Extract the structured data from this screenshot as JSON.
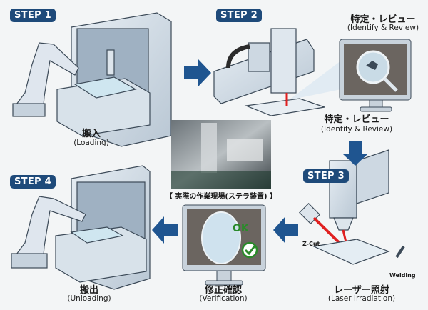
{
  "steps": [
    {
      "badge": "STEP 1",
      "title": "搬入",
      "subtitle": "(Loading)"
    },
    {
      "badge": "STEP 2",
      "title": "特定・レビュー",
      "subtitle": "(Identify & Review)"
    },
    {
      "badge": "STEP 3",
      "title": "レーザー照射",
      "subtitle": "(Laser Irradiation)"
    },
    {
      "badge": "STEP 4",
      "title": "搬出",
      "subtitle": "(Unloading)"
    }
  ],
  "review_monitor": {
    "title": "特定・レビュー",
    "subtitle": "(Identify & Review)",
    "icon": "magnifier-icon"
  },
  "verification": {
    "title": "修正確認",
    "subtitle": "(Verification)",
    "ok_label": "OK",
    "icon": "check-circle-icon"
  },
  "photo": {
    "caption": "【 実際の作業現場(ステラ装置) 】"
  },
  "laser": {
    "zcut_label": "Z-Cut",
    "welding_label": "Welding"
  },
  "colors": {
    "badge": "#1e4a7a",
    "arrow": "#1f5590",
    "ok": "#2a8a2a",
    "laser": "#e02020"
  }
}
